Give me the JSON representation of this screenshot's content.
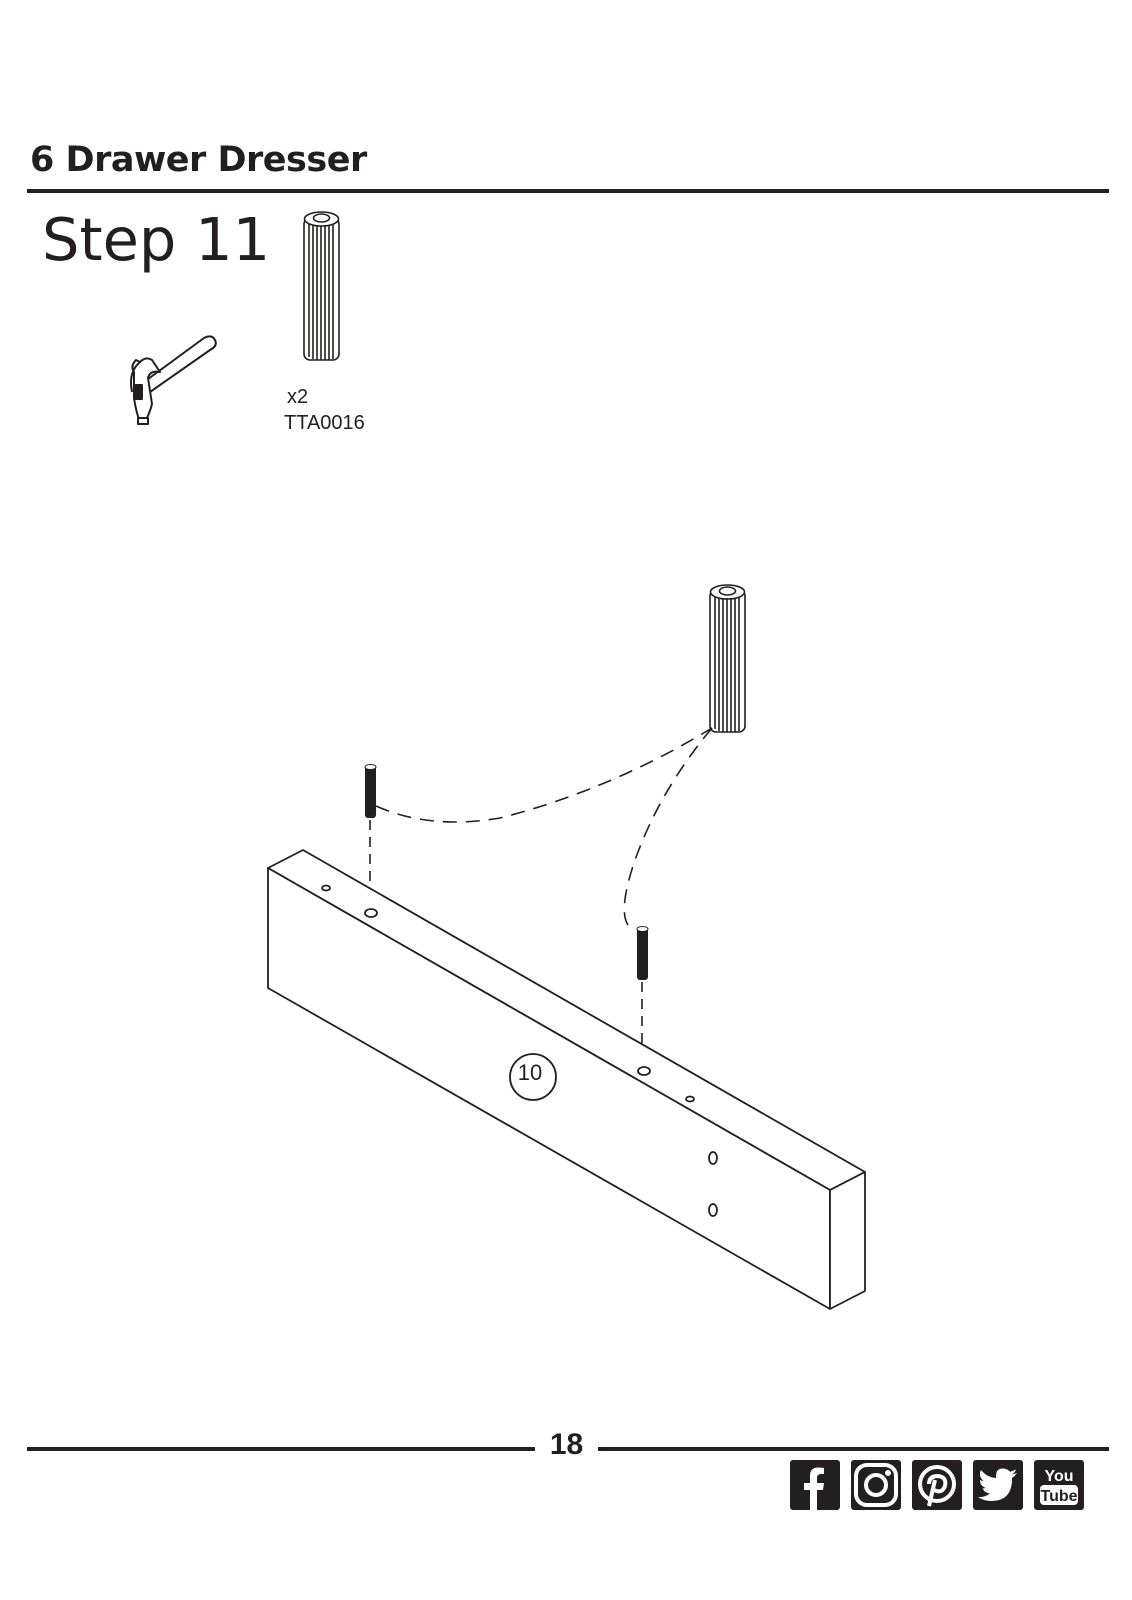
{
  "document": {
    "title": "6 Drawer Dresser",
    "step_title": "Step 11",
    "page_number": "18"
  },
  "parts": {
    "dowel": {
      "quantity": "x2",
      "code": "TTA0016"
    },
    "panel_label": "10"
  },
  "tools": [
    "hammer-icon"
  ],
  "social_icons": [
    "facebook-icon",
    "instagram-icon",
    "pinterest-icon",
    "twitter-icon",
    "youtube-icon"
  ],
  "youtube": {
    "line1": "You",
    "line2": "Tube"
  },
  "colors": {
    "ink": "#231f20",
    "background": "#ffffff"
  }
}
